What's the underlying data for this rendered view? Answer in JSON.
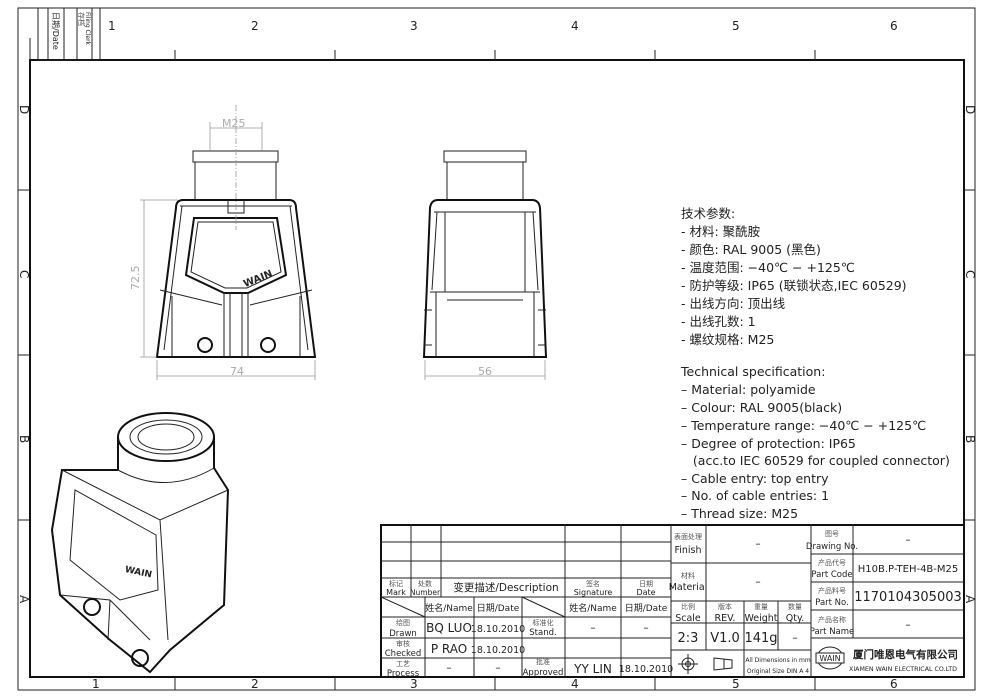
{
  "frame": {
    "columns": [
      "1",
      "2",
      "3",
      "4",
      "5",
      "6"
    ],
    "rows": [
      "D",
      "C",
      "B",
      "A"
    ],
    "revision_box": {
      "date_label": "日期/Date",
      "filing_label": "存档",
      "filing_en": "Filing Clerk"
    }
  },
  "views": {
    "front": {
      "thread_dim": "M25",
      "height_dim": "72.5",
      "width_dim": "74",
      "logo": "WAIN"
    },
    "side": {
      "width_dim": "56"
    },
    "iso": {
      "logo": "WAIN"
    }
  },
  "spec_cn": {
    "title": "技术参数:",
    "items": [
      "- 材料: 聚酰胺",
      "- 颜色: RAL 9005 (黑色)",
      "- 温度范围: −40℃ − +125℃",
      "- 防护等级: IP65 (联锁状态,IEC 60529)",
      "- 出线方向: 顶出线",
      "- 出线孔数: 1",
      "- 螺纹规格: M25"
    ]
  },
  "spec_en": {
    "title": "Technical specification:",
    "items": [
      "– Material: polyamide",
      "– Colour: RAL 9005(black)",
      "– Temperature range: −40℃ − +125℃",
      "– Degree of protection: IP65",
      "   (acc.to IEC 60529 for coupled connector)",
      "– Cable entry: top entry",
      "– No. of cable entries: 1",
      "– Thread size: M25"
    ]
  },
  "title_block": {
    "mark_cn": "标记",
    "mark": "Mark",
    "number_cn": "处数",
    "number": "Number",
    "description": "变更描述/Description",
    "signature_cn": "签名",
    "signature": "Signature",
    "date_cn": "日期",
    "date": "Date",
    "name_hdr": "姓名/Name",
    "date_hdr": "日期/Date",
    "name_hdr2": "姓名/Name",
    "date_hdr2": "日期/Date",
    "drawn_cn": "绘图",
    "drawn": "Drawn",
    "drawn_name": "BQ LUO",
    "drawn_date": "18.10.2010",
    "checked_cn": "审核",
    "checked": "Checked",
    "checked_name": "P RAO",
    "checked_date": "18.10.2010",
    "process_cn": "工艺",
    "process": "Process",
    "process_name": "–",
    "process_date": "–",
    "stand_cn": "标准化",
    "stand": "Stand.",
    "stand_name": "–",
    "stand_date": "–",
    "approved_cn": "批准",
    "approved": "Approved",
    "approved_name": "YY LIN",
    "approved_date": "18.10.2010",
    "finish_cn": "表面处理",
    "finish": "Finish",
    "finish_val": "–",
    "material_cn": "材料",
    "material": "Material",
    "material_val": "–",
    "scale_cn": "比例",
    "scale": "Scale",
    "scale_val": "2:3",
    "rev_cn": "版本",
    "rev": "REV.",
    "rev_val": "V1.0",
    "weight_cn": "重量",
    "weight": "Weight",
    "weight_val": "141g",
    "qty_cn": "数量",
    "qty": "Qty.",
    "qty_val": "–",
    "dims_note1": "All Dimensions in mm",
    "dims_note2": "Original Size DIN A 4",
    "drawing_no_cn": "图号",
    "drawing_no": "Drawing No.",
    "drawing_no_val": "–",
    "part_code_cn": "产品代号",
    "part_code": "Part Code",
    "part_code_val": "H10B.P-TEH-4B-M25",
    "part_no_cn": "产品料号",
    "part_no": "Part No.",
    "part_no_val": "1170104305003",
    "part_name_cn": "产品名称",
    "part_name": "Part Name",
    "part_name_val": "–",
    "company_logo": "WAIN",
    "company_cn": "厦门唯恩电气有限公司",
    "company_en": "XIAMEN WAIN ELECTRICAL CO.LTD"
  }
}
